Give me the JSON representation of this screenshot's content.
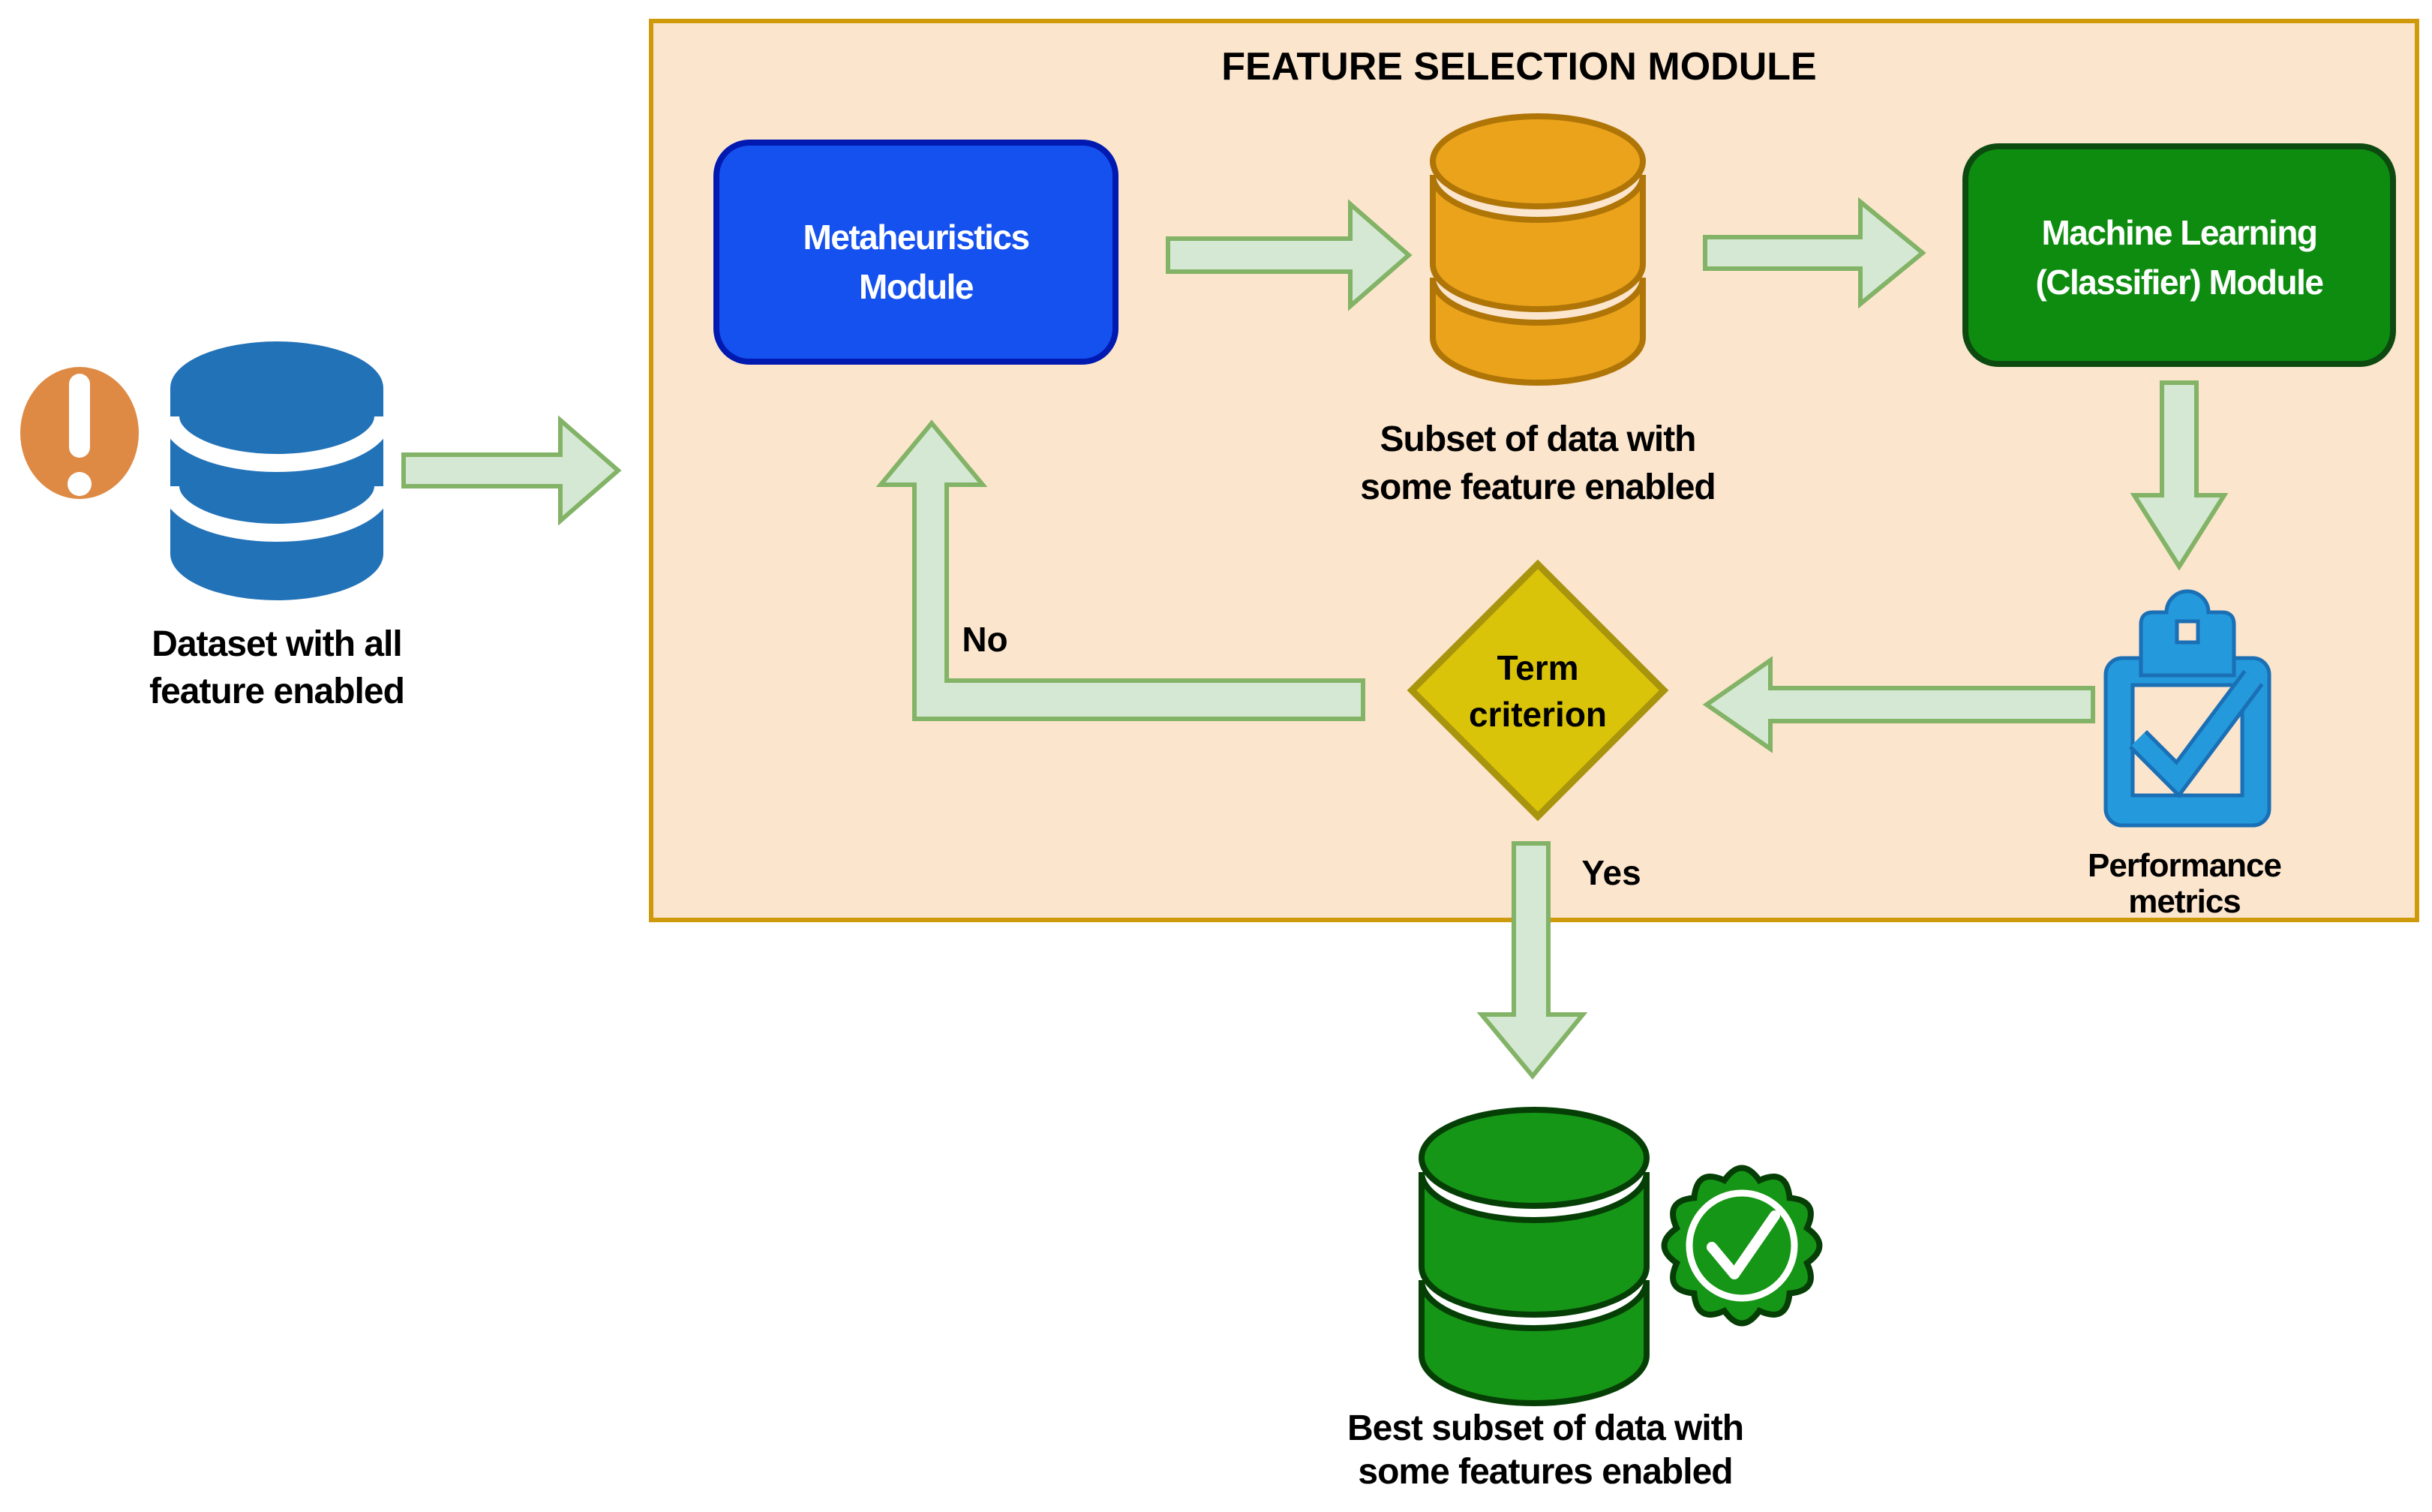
{
  "title": "FEATURE SELECTION MODULE",
  "nodes": {
    "dataset": {
      "lines": [
        "Dataset with all",
        "feature enabled"
      ]
    },
    "metaheuristics": {
      "lines": [
        "Metaheuristics",
        "Module"
      ]
    },
    "subset": {
      "lines": [
        "Subset of data with",
        "some feature enabled"
      ]
    },
    "ml": {
      "lines": [
        "Machine Learning",
        "(Classifier) Module"
      ]
    },
    "performance": {
      "lines": [
        "Performance",
        "metrics"
      ]
    },
    "decision": {
      "lines": [
        "Term",
        "criterion"
      ]
    },
    "output": {
      "lines": [
        "Best subset of data with",
        "some features enabled"
      ]
    }
  },
  "edges": {
    "no": "No",
    "yes": "Yes"
  },
  "icons": {
    "dataset": "database-icon",
    "dataset_alert": "exclamation-warning-icon",
    "subset": "database-icon",
    "performance": "clipboard-check-icon",
    "output": "database-icon",
    "output_badge": "verified-check-badge-icon"
  },
  "colors": {
    "pageBg": "#FFFFFF",
    "textColor": "#000000",
    "moduleFill": "#FCE5CD",
    "moduleBorder": "#CE9A0B",
    "arrowFill": "#D5E8D4",
    "arrowStroke": "#82B366",
    "metaFill": "#1551EE",
    "metaStroke": "#0019B0",
    "mlFill": "#0E8C10",
    "mlStroke": "#0D4A10",
    "datasetBlue": "#2272B8",
    "warningOrange": "#DE8A44",
    "subsetFill": "#EAA31B",
    "subsetStroke": "#B07507",
    "decisionFill": "#D9C40A",
    "decisionStroke": "#A9940E",
    "clipFill": "#2499DB",
    "clipStroke": "#1A6FB5",
    "outputFill": "#169616",
    "outputStroke": "#063F06"
  }
}
